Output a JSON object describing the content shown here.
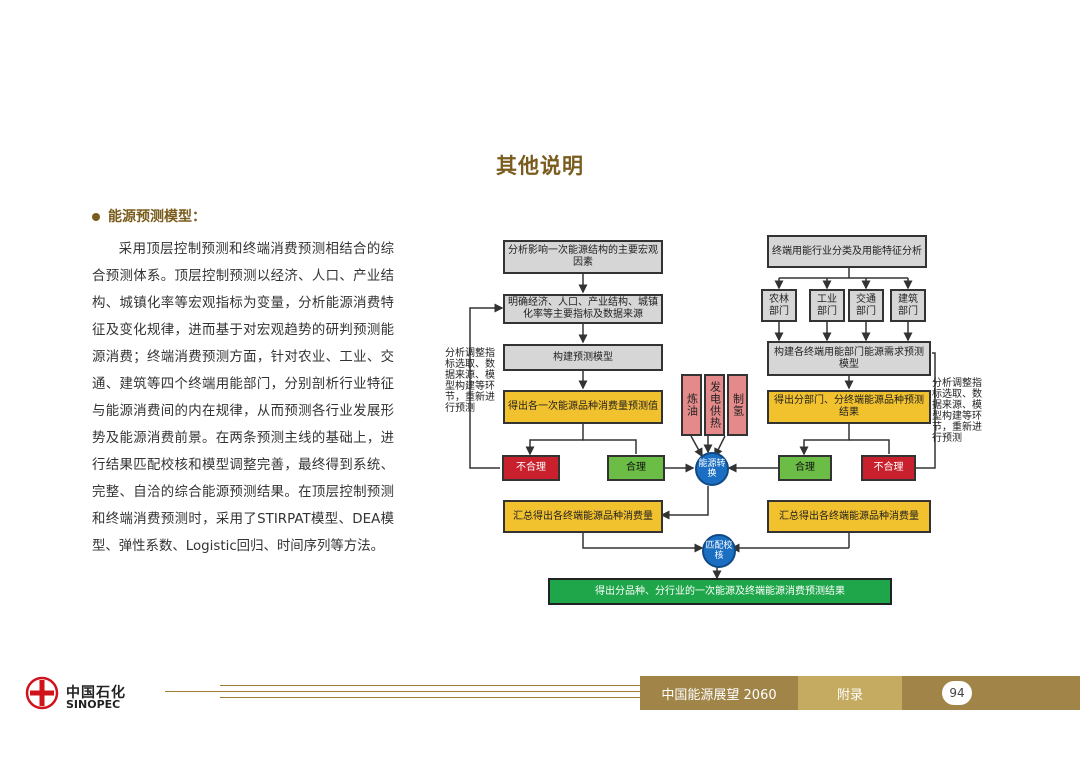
{
  "title": "其他说明",
  "section": {
    "heading": "能源预测模型：",
    "paragraph": "采用顶层控制预测和终端消费预测相结合的综合预测体系。顶层控制预测以经济、人口、产业结构、城镇化率等宏观指标为变量，分析能源消费特征及变化规律，进而基于对宏观趋势的研判预测能源消费；终端消费预测方面，针对农业、工业、交通、建筑等四个终端用能部门，分别剖析行业特征与能源消费间的内在规律，从而预测各行业发展形势及能源消费前景。在两条预测主线的基础上，进行结果匹配校核和模型调整完善，最终得到系统、完整、自洽的综合能源预测结果。在顶层控制预测和终端消费预测时，采用了STIRPAT模型、DEA模型、弹性系数、Logistic回归、时间序列等方法。"
  },
  "diagram": {
    "left_top": "分析影响一次能源结构的主要宏观因素",
    "left_indicators": "明确经济、人口、产业结构、城镇化率等主要指标及数据来源",
    "left_model": "构建预测模型",
    "left_result": "得出各一次能源品种消费量预测值",
    "left_feedback": "分析调整指标选取、数据来源、模型构建等环节，重新进行预测",
    "left_bad": "不合理",
    "left_good": "合理",
    "left_sum": "汇总得出各终端能源品种消费量",
    "mid_items": [
      "炼油",
      "发电供热",
      "制氢"
    ],
    "mid_circle": "能源转换",
    "right_top": "终端用能行业分类及用能特征分析",
    "sectors": [
      "农林部门",
      "工业部门",
      "交通部门",
      "建筑部门"
    ],
    "right_model": "构建各终端用能部门能源需求预测模型",
    "right_result": "得出分部门、分终端能源品种预测结果",
    "right_feedback": "分析调整指标选取、数据来源、模型构建等环节，重新进行预测",
    "right_good": "合理",
    "right_bad": "不合理",
    "right_sum": "汇总得出各终端能源品种消费量",
    "check_circle": "匹配校核",
    "final": "得出分品种、分行业的一次能源及终端能源消费预测结果"
  },
  "footer": {
    "logo_cn": "中国石化",
    "logo_en": "SINOPEC",
    "book": "中国能源展望 2060",
    "section": "附录",
    "page": "94"
  },
  "colors": {
    "brand": "#7a5d1e",
    "yellow": "#f2c12e",
    "green": "#6cbd45",
    "red": "#c8202c",
    "blue": "#1b6fc2"
  }
}
